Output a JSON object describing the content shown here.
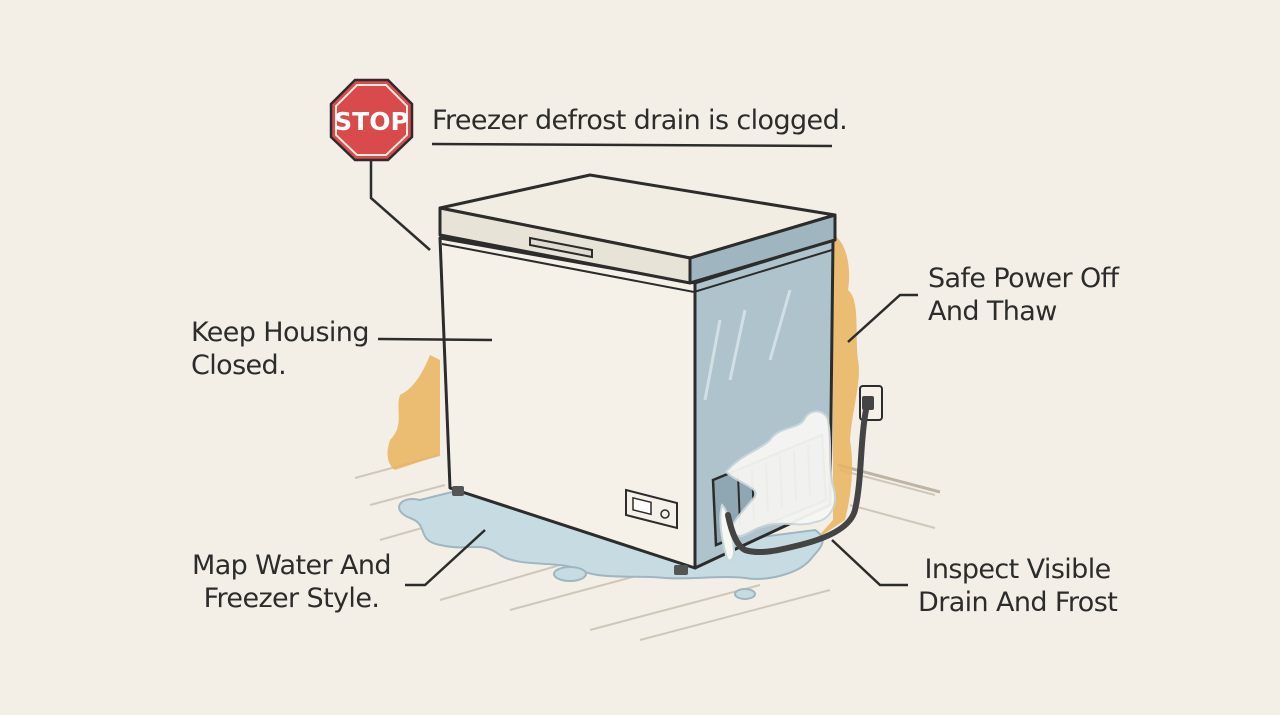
{
  "stop_sign": {
    "text": "STOP",
    "color": "#d94a4a"
  },
  "title": "Freezer defrost drain is clogged.",
  "callouts": {
    "keep_housing": [
      "Keep Housing",
      "Closed."
    ],
    "safe_power": [
      "Safe Power Off",
      "And Thaw"
    ],
    "map_water": [
      "Map Water And",
      "Freezer Style."
    ],
    "inspect_drain": [
      "Inspect Visible",
      "Drain And Frost"
    ]
  },
  "colors": {
    "background": "#f3efe6",
    "freezer_body": "#f5f1e8",
    "freezer_side": "#aec3cc",
    "water": "#c7dbe3",
    "wall_stain": "#e8b45e",
    "line": "#2c2c2c"
  }
}
